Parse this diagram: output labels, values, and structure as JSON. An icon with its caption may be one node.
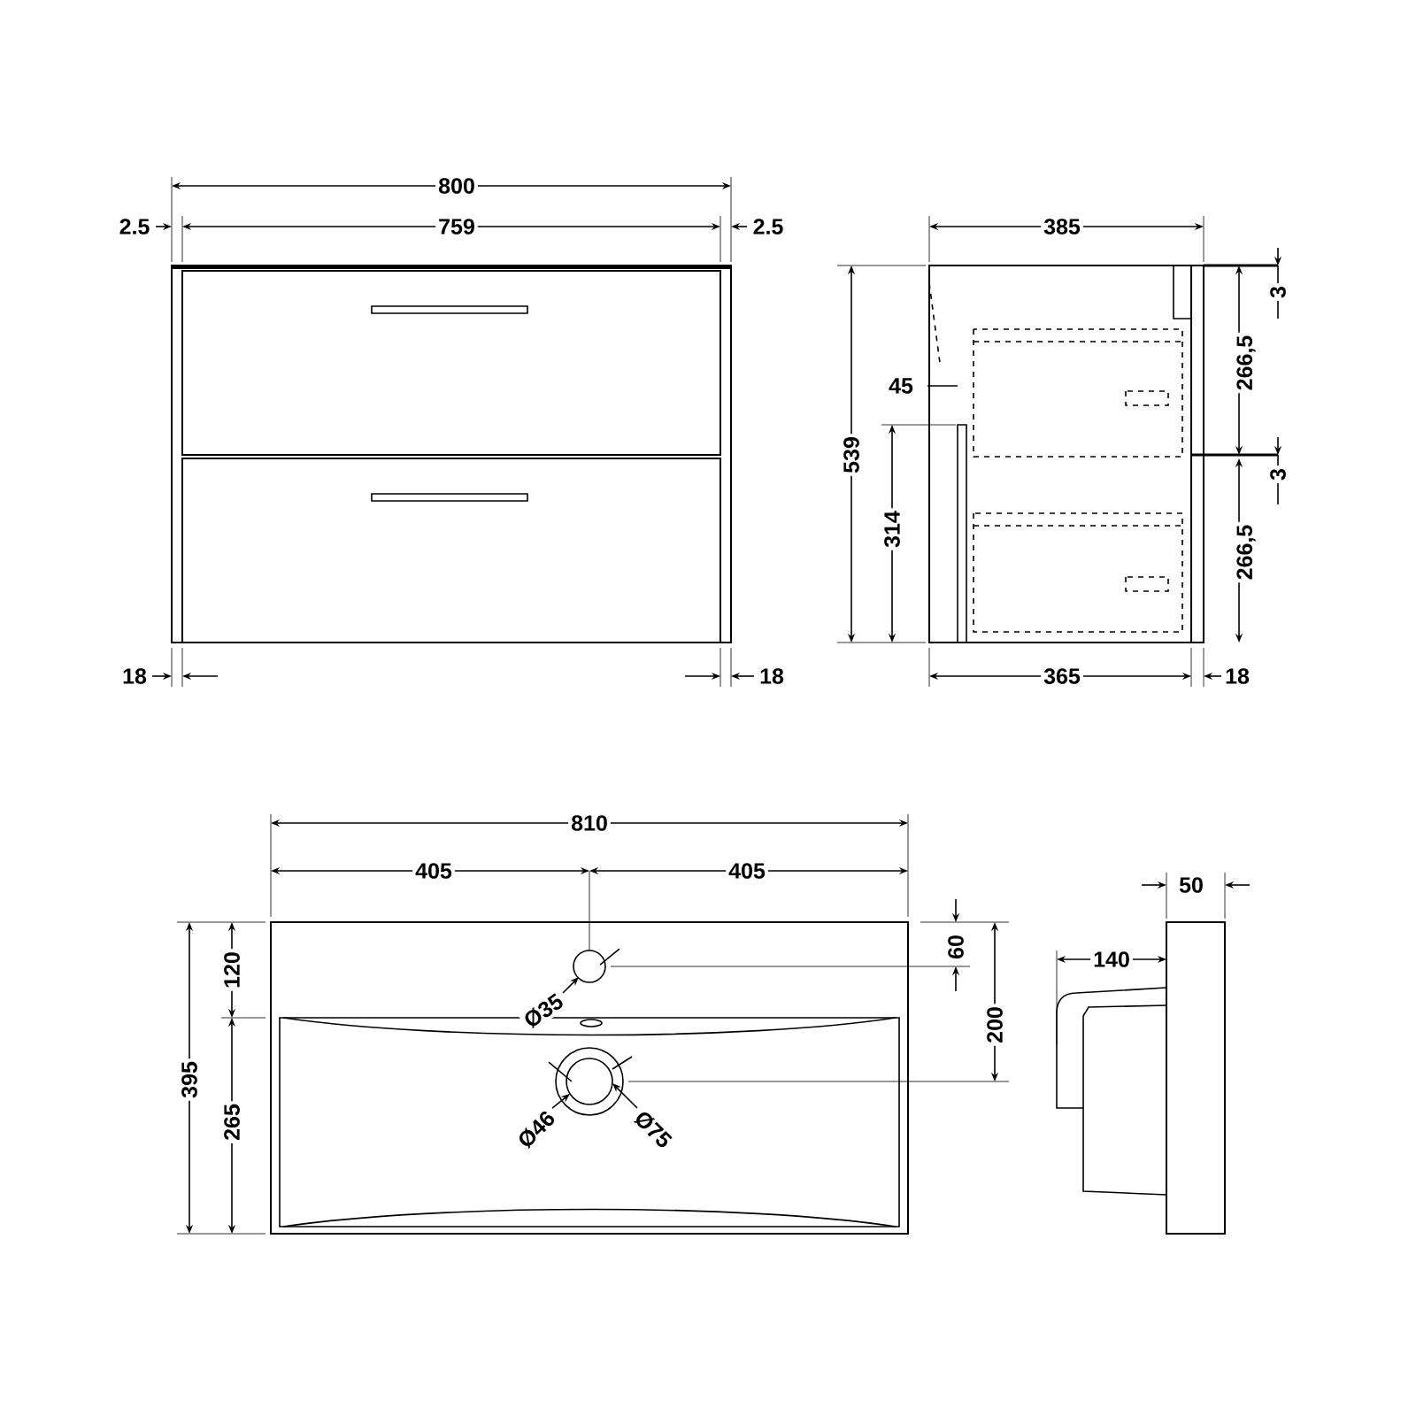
{
  "diagram": {
    "labels": [
      "800",
      "2.5",
      "759",
      "2.5",
      "385",
      "3",
      "45",
      "539",
      "266,5",
      "314",
      "3",
      "266,5",
      "18",
      "18",
      "365",
      "18",
      "810",
      "405",
      "405",
      "60",
      "120",
      "200",
      "Ø35",
      "395",
      "265",
      "Ø46",
      "Ø75",
      "50",
      "140"
    ]
  }
}
